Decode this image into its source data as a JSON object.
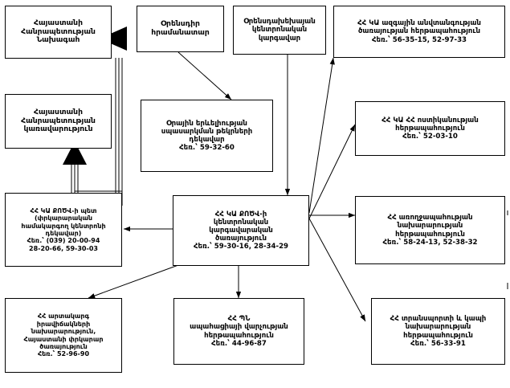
{
  "diagram": {
    "title": "Emergency notification scheme of the Republic of Armenia",
    "type": "flowchart",
    "background_color": "#ffffff",
    "line_color": "#000000",
    "nodes": [
      {
        "id": "president",
        "lines": [
          "Հայաստանի",
          "Հանրապետության",
          "Նախագահ"
        ]
      },
      {
        "id": "legislative-commander",
        "lines": [
          "Օրենսդիր",
          "հրամանատար"
        ]
      },
      {
        "id": "central-dispatcher",
        "lines": [
          "Օրենսդախեխայան",
          "կենտրոնական",
          "կարգավար"
        ]
      },
      {
        "id": "national-security",
        "lines": [
          "ՀՀ ԿԱ ազգային անվտանգության",
          "ծառայության հերթապահություն",
          "Հեռ.՝ 56-35-15, 52-97-33"
        ]
      },
      {
        "id": "government",
        "lines": [
          "Հայաստանի",
          "Հանրապետության",
          "կառավարություն"
        ]
      },
      {
        "id": "service-points",
        "lines": [
          "Օրային երևելիության",
          "սպասարկման թեկրների",
          "դեկավար",
          "Հեռ.՝ 59-32-60"
        ]
      },
      {
        "id": "police",
        "lines": [
          "ՀՀ ԿԱ ՀՀ ոստիկանության",
          "հերթապահություն",
          "Հեռ.՝ 52-03-10"
        ]
      },
      {
        "id": "pbov-chief",
        "lines": [
          "ՀՀ ԿԱ ՔՈԾՎ-ի պետ",
          "(փրկարարական",
          "համակարգող կենտրոնի",
          "դեկավար)",
          "Հեռ.՝ (039) 20-00-94",
          "28-20-66, 59-30-03"
        ]
      },
      {
        "id": "central-dispatch-service",
        "lines": [
          "ՀՀ ԿԱ ՔՈԾՎ-ի",
          "կենտրոնական",
          "կարգավարական",
          "ծառայություն",
          "Հեռ.՝ 59-30-16, 28-34-29"
        ]
      },
      {
        "id": "health-ministry",
        "lines": [
          "ՀՀ առողջապահության",
          "նախարարության",
          "հերթապահություն",
          "Հեռ.՝ 58-24-13, 52-38-32"
        ]
      },
      {
        "id": "emergency-ministry",
        "lines": [
          "ՀՀ արտակարգ",
          "իրավիճակների",
          "նախարարություն,",
          "Հայաստանի փրկարար",
          "ծառայություն",
          "Հեռ.՝ 52-96-90"
        ]
      },
      {
        "id": "defense-ministry",
        "lines": [
          "ՀՀ ՊՆ",
          "ապահացիայի վարչության",
          "հերթապահություն",
          "Հեռ.՝ 44-96-87"
        ]
      },
      {
        "id": "transport-ministry",
        "lines": [
          "ՀՀ տրանսպորտի և կապի",
          "նախարարության",
          "հերթապահություն",
          "Հեռ.՝ 56-33-91"
        ]
      }
    ],
    "edges": [
      {
        "from": "legislative-commander",
        "to": "service-points"
      },
      {
        "from": "central-dispatcher",
        "to": "central-dispatch-service"
      },
      {
        "from": "central-dispatch-service",
        "to": "pbov-chief"
      },
      {
        "from": "central-dispatch-service",
        "to": "national-security"
      },
      {
        "from": "central-dispatch-service",
        "to": "police"
      },
      {
        "from": "central-dispatch-service",
        "to": "health-ministry"
      },
      {
        "from": "central-dispatch-service",
        "to": "transport-ministry"
      },
      {
        "from": "central-dispatch-service",
        "to": "defense-ministry"
      },
      {
        "from": "central-dispatch-service",
        "to": "emergency-ministry"
      },
      {
        "from": "pbov-chief",
        "to": "president"
      },
      {
        "from": "pbov-chief",
        "to": "government"
      }
    ],
    "right_edge_marks": [
      "'",
      "'"
    ]
  }
}
